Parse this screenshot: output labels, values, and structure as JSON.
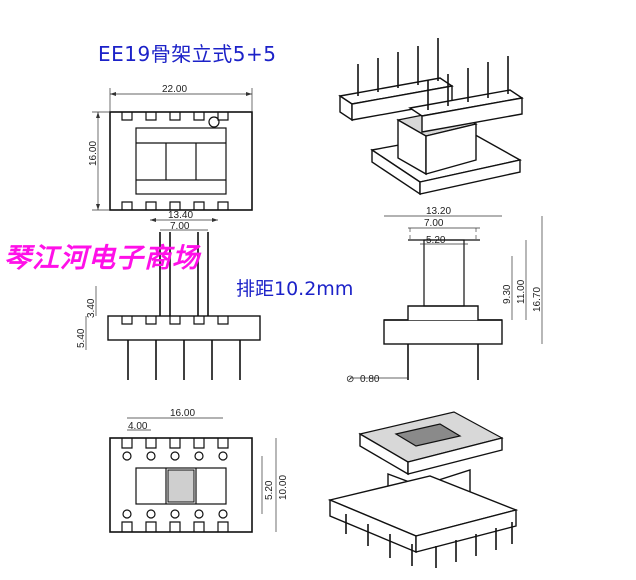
{
  "title": "EE19骨架立式5+5",
  "store_name": "琴江河电子商场",
  "pitch": "排距10.2mm",
  "dims": {
    "top_width": "22.00",
    "top_height": "16.00",
    "front_width": "13.40",
    "front_inner": "7.00",
    "front_pin_height": "3.40",
    "front_base_height": "5.40",
    "side_outer": "13.20",
    "side_mid": "7.00",
    "side_inner": "5.20",
    "side_h1": "9.30",
    "side_h2": "11.00",
    "side_h3": "16.70",
    "pin_dia": "0.80",
    "bottom_width": "16.00",
    "bottom_pitch": "4.00",
    "bottom_h1": "5.20",
    "bottom_h2": "10.00"
  },
  "colors": {
    "title": "#1c22c8",
    "store": "#ff10e8",
    "lines": "#111111"
  }
}
